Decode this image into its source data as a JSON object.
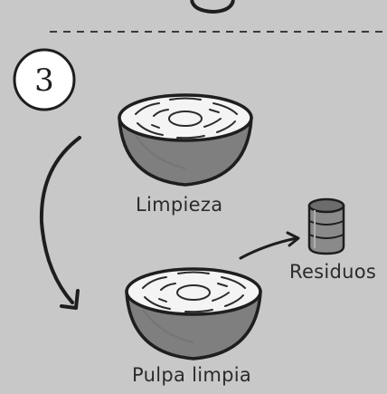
{
  "step": {
    "number": "3"
  },
  "labels": {
    "limpieza": "Limpieza",
    "residuos": "Residuos",
    "pulpa_limpia": "Pulpa limpia"
  },
  "colors": {
    "background": "#c8c8c8",
    "bowl_fill": "#7f7f7f",
    "pulp_fill": "#f4f4f4",
    "outline": "#1e1e1e",
    "container_fill": "#8a8a8a"
  },
  "icons": [
    "circle-step-badge",
    "bowl-icon",
    "waste-container-icon",
    "curved-arrow-icon",
    "short-arrow-icon"
  ]
}
